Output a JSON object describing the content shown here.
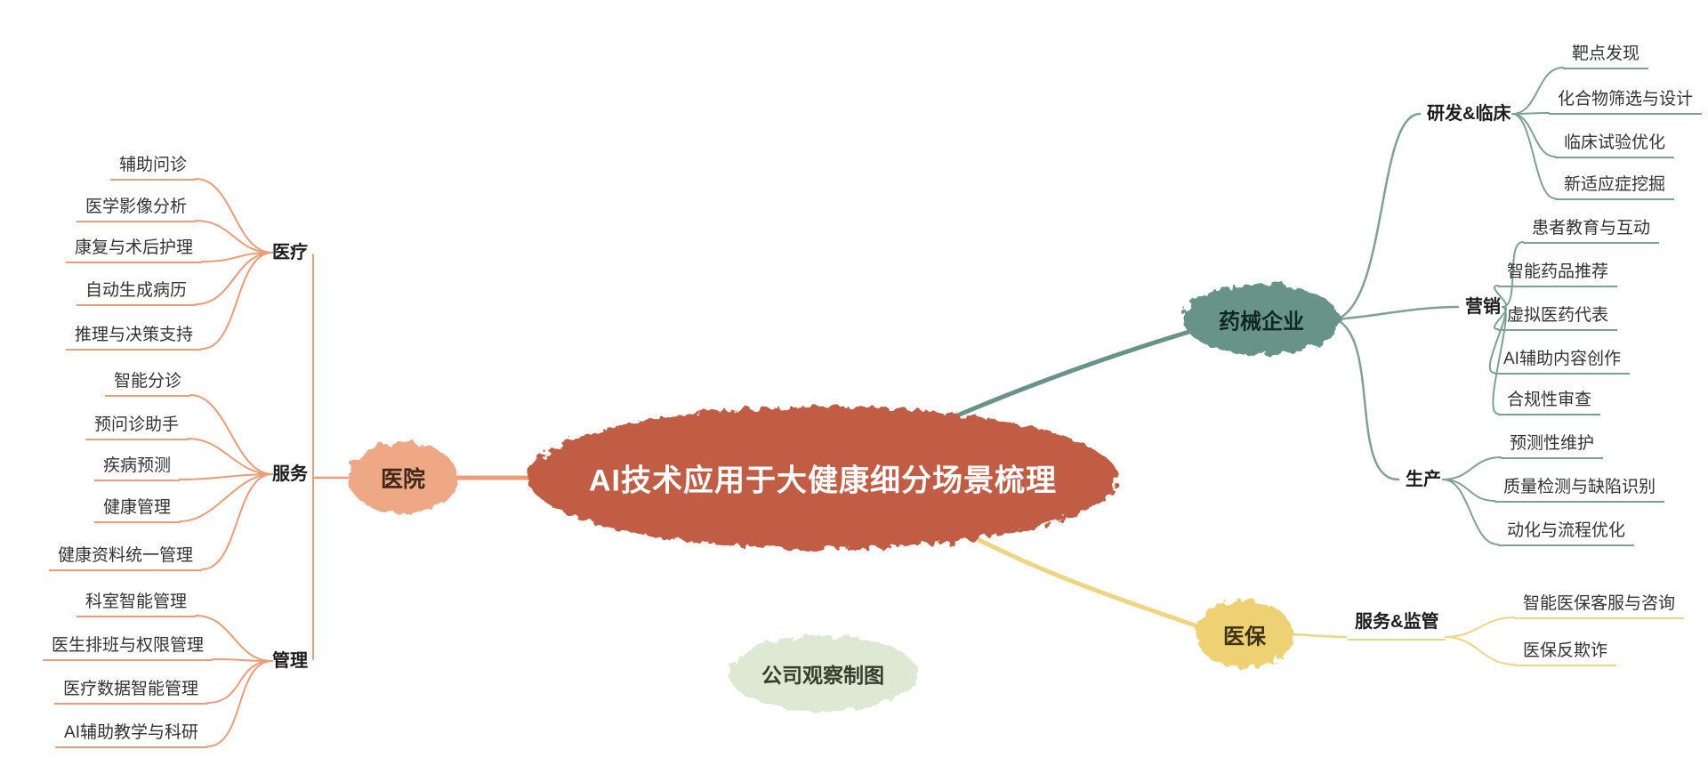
{
  "title": "AI技术应用于大健康细分场景梳理",
  "watermark": "公司观察制图",
  "colors": {
    "central_fill": "#c15b44",
    "hospital_fill": "#efa885",
    "hospital_line": "#ec9c78",
    "pharma_fill": "#689488",
    "pharma_line": "#7da294",
    "insurance_fill": "#eed173",
    "insurance_line": "#eed584",
    "watermark_fill": "#dde9d2"
  },
  "branches": {
    "hospital": {
      "label": "医院",
      "groups": [
        {
          "label": "医疗",
          "items": [
            "辅助问诊",
            "医学影像分析",
            "康复与术后护理",
            "自动生成病历",
            "推理与决策支持"
          ]
        },
        {
          "label": "服务",
          "items": [
            "智能分诊",
            "预问诊助手",
            "疾病预测",
            "健康管理",
            "健康资料统一管理"
          ]
        },
        {
          "label": "管理",
          "items": [
            "科室智能管理",
            "医生排班与权限管理",
            "医疗数据智能管理",
            "AI辅助教学与科研"
          ]
        }
      ]
    },
    "pharma": {
      "label": "药械企业",
      "groups": [
        {
          "label": "研发&临床",
          "items": [
            "靶点发现",
            "化合物筛选与设计",
            "临床试验优化",
            "新适应症挖掘"
          ]
        },
        {
          "label": "营销",
          "items": [
            "患者教育与互动",
            "智能药品推荐",
            "虚拟医药代表",
            "AI辅助内容创作",
            "合规性审查"
          ]
        },
        {
          "label": "生产",
          "items": [
            "预测性维护",
            "质量检测与缺陷识别",
            "动化与流程优化"
          ]
        }
      ]
    },
    "insurance": {
      "label": "医保",
      "groups": [
        {
          "label": "服务&监管",
          "items": [
            "智能医保客服与咨询",
            "医保反欺诈"
          ]
        }
      ]
    }
  }
}
